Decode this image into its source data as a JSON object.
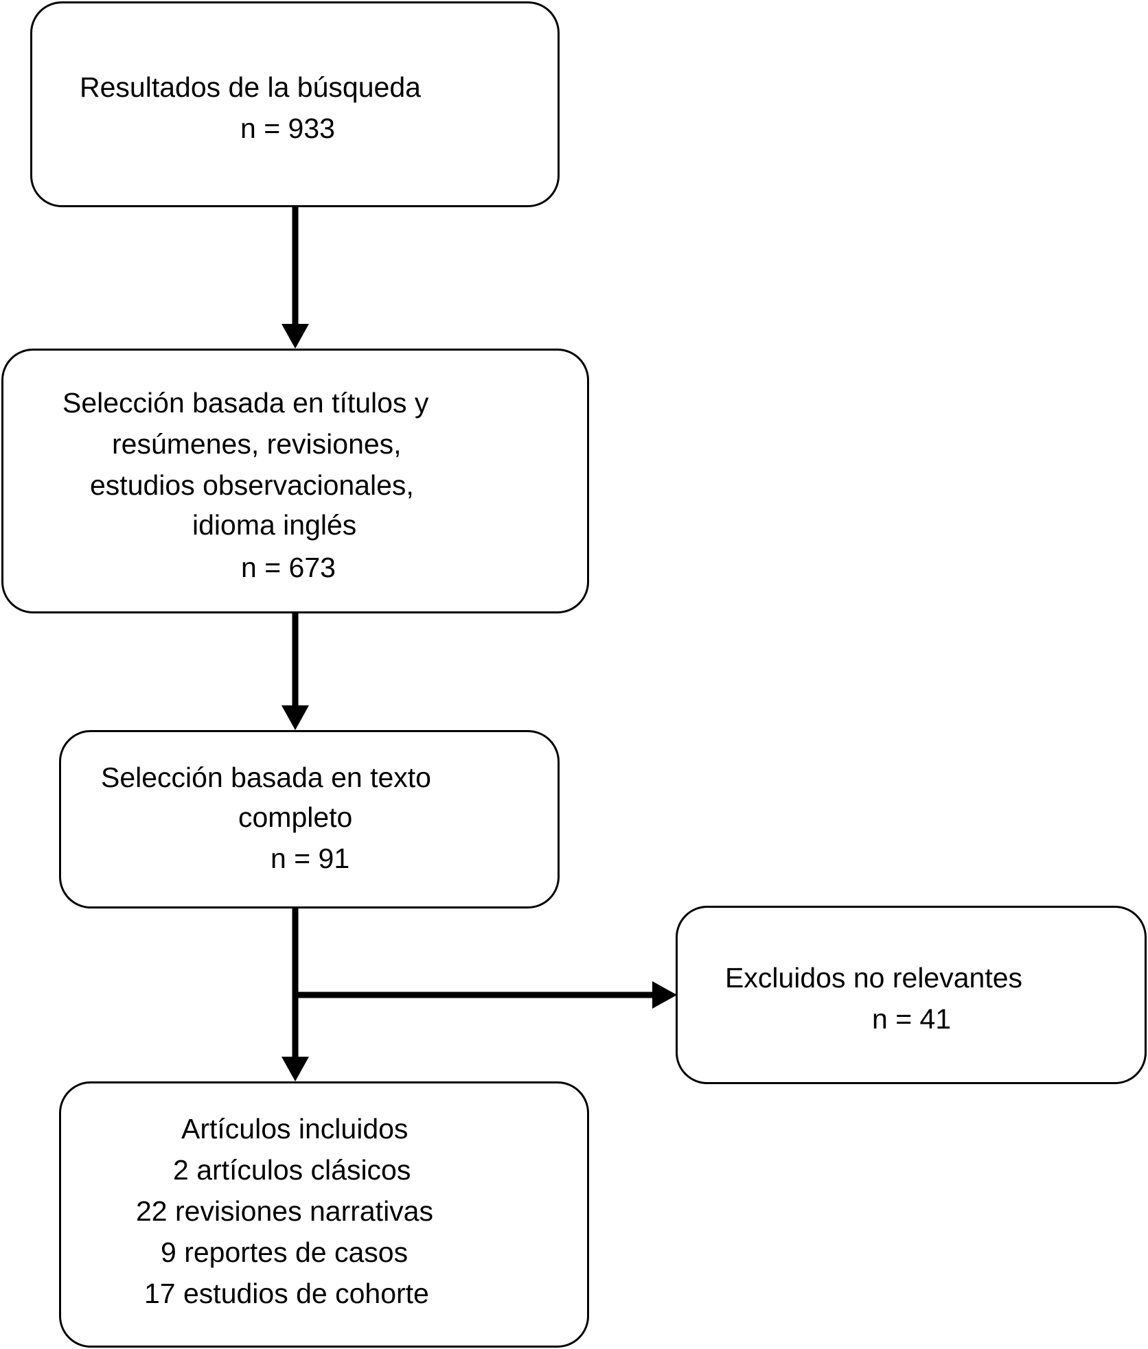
{
  "boxes": {
    "search_results": {
      "lines": [
        "Resultados de la búsqueda",
        "n = 933"
      ]
    },
    "title_abstract_screening": {
      "lines": [
        "Selección basada en títulos y",
        "resúmenes, revisiones,",
        "estudios observacionales,",
        "idioma inglés",
        "n = 673"
      ]
    },
    "full_text_screening": {
      "lines": [
        "Selección basada en texto",
        "completo",
        "n = 91"
      ]
    },
    "excluded": {
      "lines": [
        "Excluidos no relevantes",
        "n = 41"
      ]
    },
    "included": {
      "lines": [
        "Artículos incluidos",
        "2 artículos clásicos",
        "22 revisiones narrativas",
        "9 reportes de casos",
        "17 estudios de cohorte"
      ]
    }
  },
  "colors": {
    "stroke": "#000000",
    "background": "#ffffff"
  }
}
